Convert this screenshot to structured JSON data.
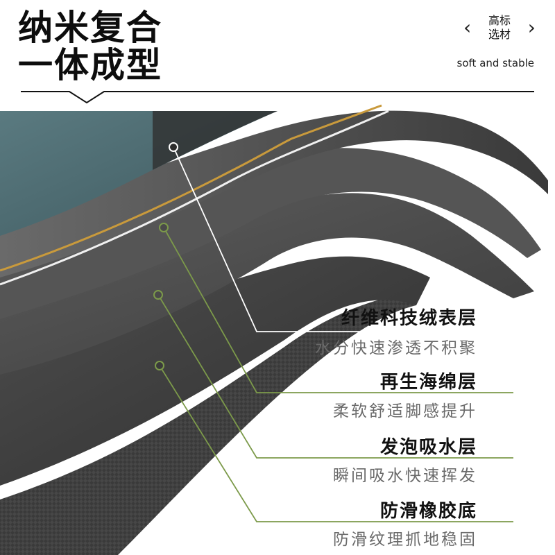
{
  "header": {
    "title_line1": "纳米复合",
    "title_line2": "一体成型",
    "badge_line1": "高标",
    "badge_line2": "选材",
    "subtitle": "soft and stable"
  },
  "layers": [
    {
      "name": "纤维科技绒表层",
      "desc": "水分快速渗透不积聚"
    },
    {
      "name": "再生海绵层",
      "desc": "柔软舒适脚感提升"
    },
    {
      "name": "发泡吸水层",
      "desc": "瞬间吸水快速挥发"
    },
    {
      "name": "防滑橡胶底",
      "desc": "防滑纹理抓地稳固"
    }
  ],
  "colors": {
    "leader_white": "#ffffff",
    "leader_green": "#7c9a4a",
    "gold_edge": "#c99a3c",
    "fabric": "#4f6d74",
    "foam": "#4a4a4a",
    "rubber": "#3b3b3b"
  }
}
